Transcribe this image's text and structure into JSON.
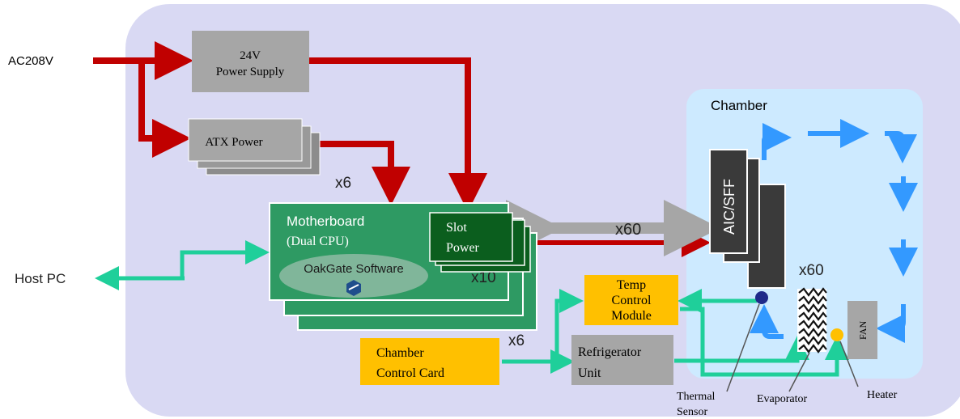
{
  "labels": {
    "ac_input": "AC208V",
    "host_pc": "Host PC",
    "power_supply_line1": "24V",
    "power_supply_line2": "Power Supply",
    "atx_power": "ATX Power",
    "atx_count": "x6",
    "motherboard_line1": "Motherboard",
    "motherboard_line2": "(Dual CPU)",
    "oakgate_software": "OakGate Software",
    "motherboard_slot_count": "x10",
    "motherboard_count": "x6",
    "slot_power_line1": "Slot",
    "slot_power_line2": "Power",
    "link_count": "x60",
    "chamber_title": "Chamber",
    "aic_sff": "AIC/SFF",
    "device_count": "x60",
    "temp_control_line1": "Temp",
    "temp_control_line2": "Control",
    "temp_control_line3": "Module",
    "chamber_control_line1": "Chamber",
    "chamber_control_line2": "Control Card",
    "refrigerator_line1": "Refrigerator",
    "refrigerator_line2": "Unit",
    "fan": "FAN",
    "thermal_sensor_line1": "Thermal",
    "thermal_sensor_line2": "Sensor",
    "evaporator": "Evaporator",
    "heater": "Heater"
  },
  "colors": {
    "background_panel": "#d9d9f3",
    "chamber_fill": "#cdeaff",
    "power_arrow": "#c00000",
    "data_arrow": "#1fcf9a",
    "airflow_arrow": "#3399ff",
    "gray_box": "#a6a6a6",
    "motherboard": "#2e9a63",
    "slot_power": "#0b5e1e",
    "yellow_box": "#ffc000",
    "device_dark": "#3a3a3a",
    "sensor": "#1f2a8a",
    "heater": "#ffc000"
  }
}
